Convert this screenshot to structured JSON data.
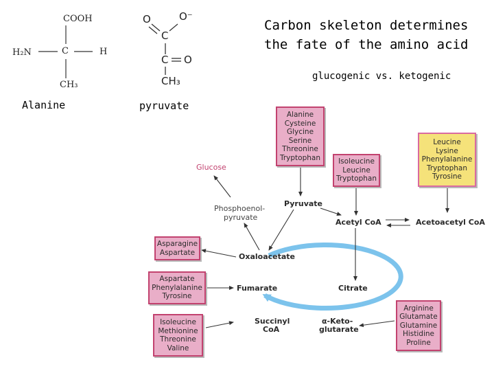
{
  "title_line1": "Carbon skeleton determines",
  "title_line2": "the fate of the amino acid",
  "subtitle": "glucogenic vs. ketogenic",
  "alanine": {
    "cooh": "COOH",
    "h2n": "H₂N",
    "c": "C",
    "h": "H",
    "ch3": "CH₃",
    "caption": "Alanine"
  },
  "pyruvate_struct": {
    "o_left": "O",
    "o_minus": "O⁻",
    "c_top": "C",
    "c_mid": "C",
    "o_right": "O",
    "ch3": "CH₃",
    "caption": "pyruvate"
  },
  "boxes": {
    "pyruvate_group": [
      "Alanine",
      "Cysteine",
      "Glycine",
      "Serine",
      "Threonine",
      "Tryptophan"
    ],
    "acetyl_group": [
      "Isoleucine",
      "Leucine",
      "Tryptophan"
    ],
    "acetoacetyl_group": [
      "Leucine",
      "Lysine",
      "Phenylalanine",
      "Tryptophan",
      "Tyrosine"
    ],
    "oxaloacetate_group": [
      "Asparagine",
      "Aspartate"
    ],
    "fumarate_group": [
      "Aspartate",
      "Phenylalanine",
      "Tyrosine"
    ],
    "succinyl_group": [
      "Isoleucine",
      "Methionine",
      "Threonine",
      "Valine"
    ],
    "ketoglutarate_group": [
      "Arginine",
      "Glutamate",
      "Glutamine",
      "Histidine",
      "Proline"
    ]
  },
  "nodes": {
    "glucose": "Glucose",
    "pep_line1": "Phosphoenol-",
    "pep_line2": "pyruvate",
    "pyruvate": "Pyruvate",
    "acetyl_coa": "Acetyl CoA",
    "acetoacetyl_coa": "Acetoacetyl CoA",
    "oxaloacetate": "Oxaloacetate",
    "citrate": "Citrate",
    "fumarate": "Fumarate",
    "succinyl_line1": "Succinyl",
    "succinyl_line2": "CoA",
    "akg_line1": "α-Keto-",
    "akg_line2": "glutarate"
  },
  "colors": {
    "pink_fill": "#e9aec8",
    "pink_border": "#c2426f",
    "yellow_fill": "#f5e27a",
    "cycle_arrow": "#7cc3ec",
    "glucose_text": "#c2426f",
    "arrow": "#333333"
  }
}
